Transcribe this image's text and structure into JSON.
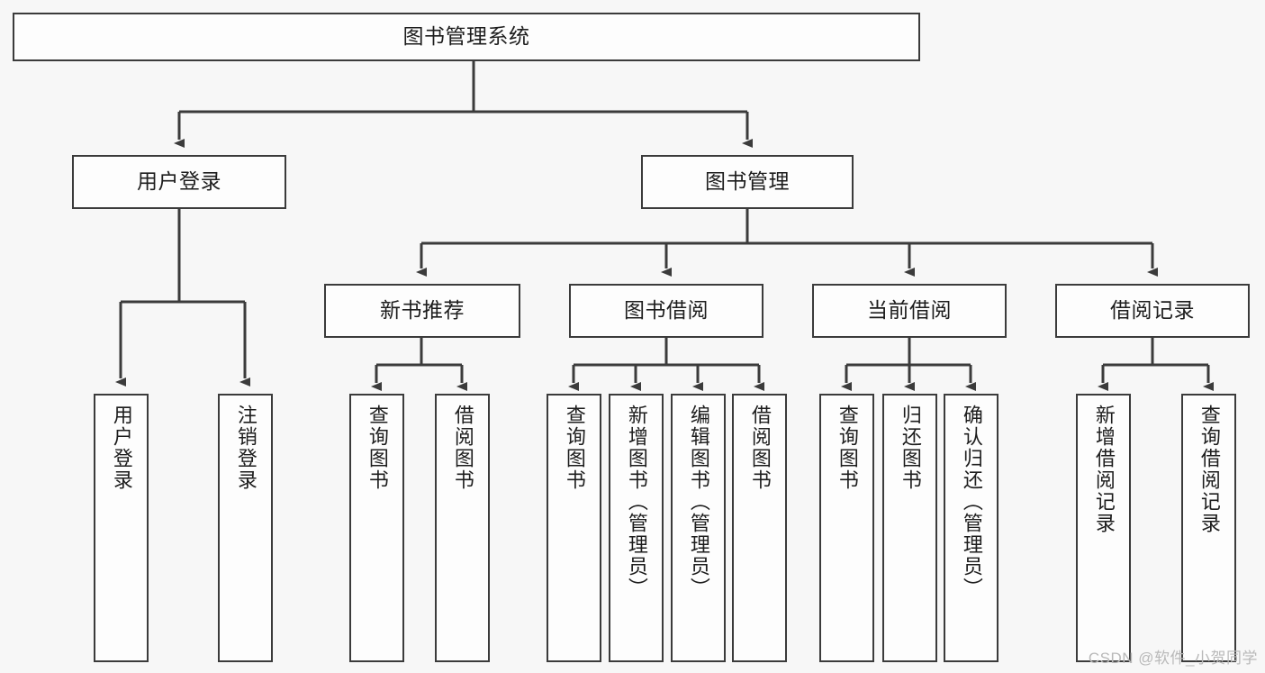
{
  "diagram": {
    "type": "tree-hierarchy-chart",
    "title": "图书管理系统",
    "colors": {
      "background": "#f7f7f7",
      "box_fill": "#fdfdfd",
      "stroke": "#3b3b3b",
      "text": "#1d1d1d",
      "watermark": "#b9b9b9"
    },
    "levels": {
      "root": {
        "label": "图书管理系统"
      },
      "level2": [
        {
          "label": "用户登录"
        },
        {
          "label": "图书管理"
        }
      ],
      "level3": [
        {
          "label": "新书推荐"
        },
        {
          "label": "图书借阅"
        },
        {
          "label": "当前借阅"
        },
        {
          "label": "借阅记录"
        }
      ],
      "leaves": {
        "user_login": [
          {
            "label": "用户登录"
          },
          {
            "label": "注销登录"
          }
        ],
        "new_book_recommend": [
          {
            "label": "查询图书"
          },
          {
            "label": "借阅图书"
          }
        ],
        "book_borrow": [
          {
            "label": "查询图书"
          },
          {
            "label": "新增图书（管理员）"
          },
          {
            "label": "编辑图书（管理员）"
          },
          {
            "label": "借阅图书"
          }
        ],
        "current_borrow": [
          {
            "label": "查询图书"
          },
          {
            "label": "归还图书"
          },
          {
            "label": "确认归还（管理员）"
          }
        ],
        "borrow_records": [
          {
            "label": "新增借阅记录"
          },
          {
            "label": "查询借阅记录"
          }
        ]
      }
    },
    "watermark": "CSDN @软件_小贺同学"
  }
}
